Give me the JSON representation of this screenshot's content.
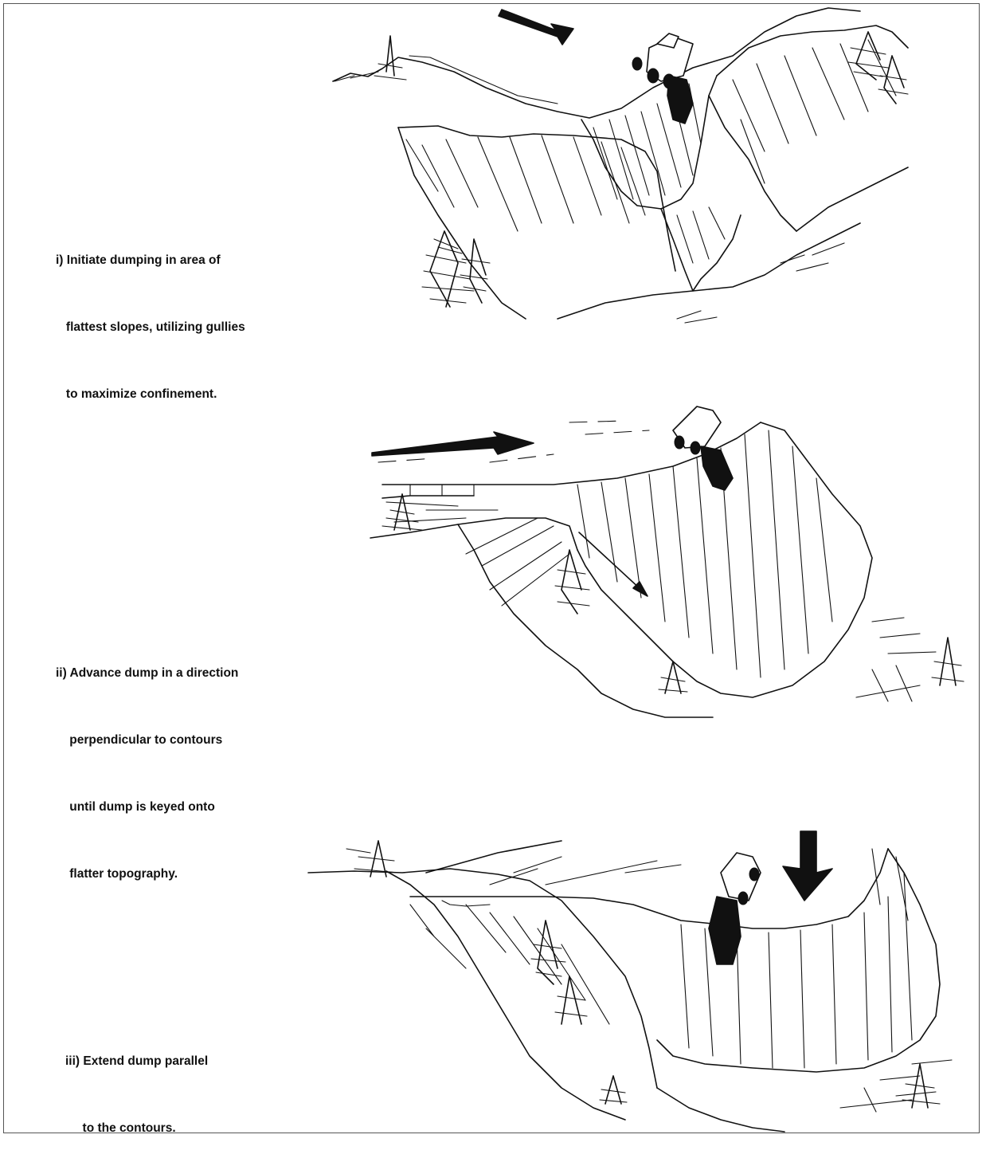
{
  "steps": [
    {
      "lines": [
        "i) Initiate dumping in area of",
        "   flattest slopes, utilizing gullies",
        "   to maximize confinement."
      ]
    },
    {
      "lines": [
        "ii) Advance dump in a direction",
        "    perpendicular to contours",
        "    until dump is keyed onto",
        "    flatter topography."
      ]
    },
    {
      "lines": [
        "iii) Extend dump parallel",
        "     to the contours."
      ]
    }
  ],
  "icons": {
    "arrow": "push-direction-arrow-icon",
    "truck": "dump-truck-icon",
    "tree": "conifer-tree-icon"
  },
  "colors": {
    "ink": "#111111",
    "paper": "#ffffff"
  }
}
